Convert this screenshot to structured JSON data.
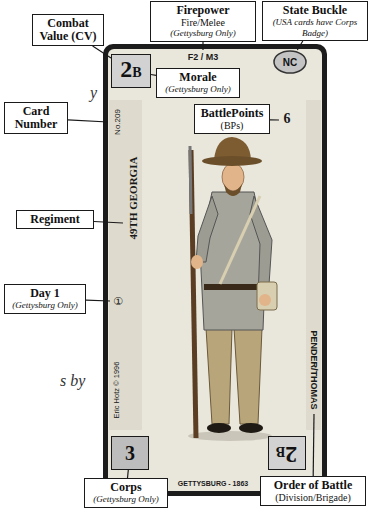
{
  "diagram": {
    "nodes": [
      {
        "text": [
          "Firepower",
          "Fire/Melee",
          "(Gettysburg Only)"
        ]
      },
      {
        "text": [
          "State Buckle",
          "(USA cards have Corps Badge)"
        ]
      },
      {
        "text": [
          "Combat Value (CV)"
        ]
      },
      {
        "text": [
          "Morale",
          "(Gettysburg Only)"
        ]
      },
      {
        "text": [
          "BattlePoints",
          "(BPs)"
        ]
      },
      {
        "text": [
          "Card Number"
        ]
      },
      {
        "text": [
          "Regiment"
        ]
      },
      {
        "text": [
          "Day 1",
          "(Gettysburg Only)"
        ]
      },
      {
        "text": [
          "F2 / M3",
          "6",
          "No.209",
          "49TH GEORGIA",
          "①",
          "Eric Hotz © 1996",
          "PENDER/THOMAS",
          "GETTYSBURG - 1863"
        ]
      },
      {
        "text": [
          "2B"
        ],
        "in": 8
      },
      {
        "text": [
          "NC"
        ],
        "in": 8
      },
      {
        "text": [
          "3"
        ],
        "in": 8
      },
      {
        "text": [
          "2B"
        ],
        "in": 8
      },
      {
        "text": [
          "Corps",
          "(Gettysburg Only)"
        ]
      },
      {
        "text": [
          "Order of Battle",
          "(Division/Brigade)"
        ]
      }
    ],
    "edges": [
      {
        "from": 2,
        "to": 9,
        "arrow": "none"
      },
      {
        "from": 3,
        "to": 9,
        "arrow": "none"
      },
      {
        "from": 1,
        "to": 10,
        "arrow": "none"
      },
      {
        "from": 13,
        "to": 11,
        "arrow": "none"
      }
    ],
    "labels": [
      "y",
      "s by"
    ]
  }
}
